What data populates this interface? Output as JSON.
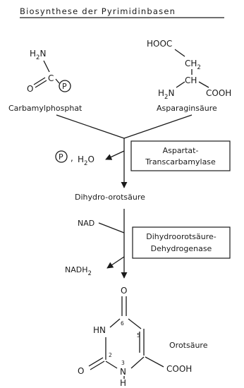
{
  "title": "Biosynthese der Pyrimidinbasen",
  "carbamylphosphat": {
    "name": "Carbamylphosphat",
    "atom_h2n": "H",
    "atom_h2n_sub": "2",
    "atom_h2n_n": "N",
    "atom_c": "C",
    "atom_o": "O",
    "atom_p": "P"
  },
  "asparaginsaeure": {
    "name": "Asparaginsäure",
    "hooc": "HOOC",
    "ch2_c": "CH",
    "ch2_sub": "2",
    "ch": "CH",
    "h2n_h": "H",
    "h2n_sub": "2",
    "h2n_n": "N",
    "cooh": "COOH"
  },
  "step1": {
    "byproduct_p": "P",
    "byproduct_comma": ",",
    "byproduct_h": "H",
    "byproduct_sub": "2",
    "byproduct_o": "O",
    "enzyme_line1": "Aspartat-",
    "enzyme_line2": "Transcarbamylase"
  },
  "intermediate": "Dihydro-orotsäure",
  "step2": {
    "cofactor_in": "NAD",
    "cofactor_out": "NADH",
    "cofactor_out_sub": "2",
    "enzyme_line1": "Dihydroorotsäure-",
    "enzyme_line2": "Dehydrogenase"
  },
  "product": {
    "name": "Orotsäure",
    "o_top": "O",
    "hn": "HN",
    "o_left": "O",
    "n_bottom": "N",
    "h_bottom": "H",
    "cooh": "COOH",
    "pos6": "6",
    "pos5": "5",
    "pos2": "2",
    "pos3": "3"
  }
}
